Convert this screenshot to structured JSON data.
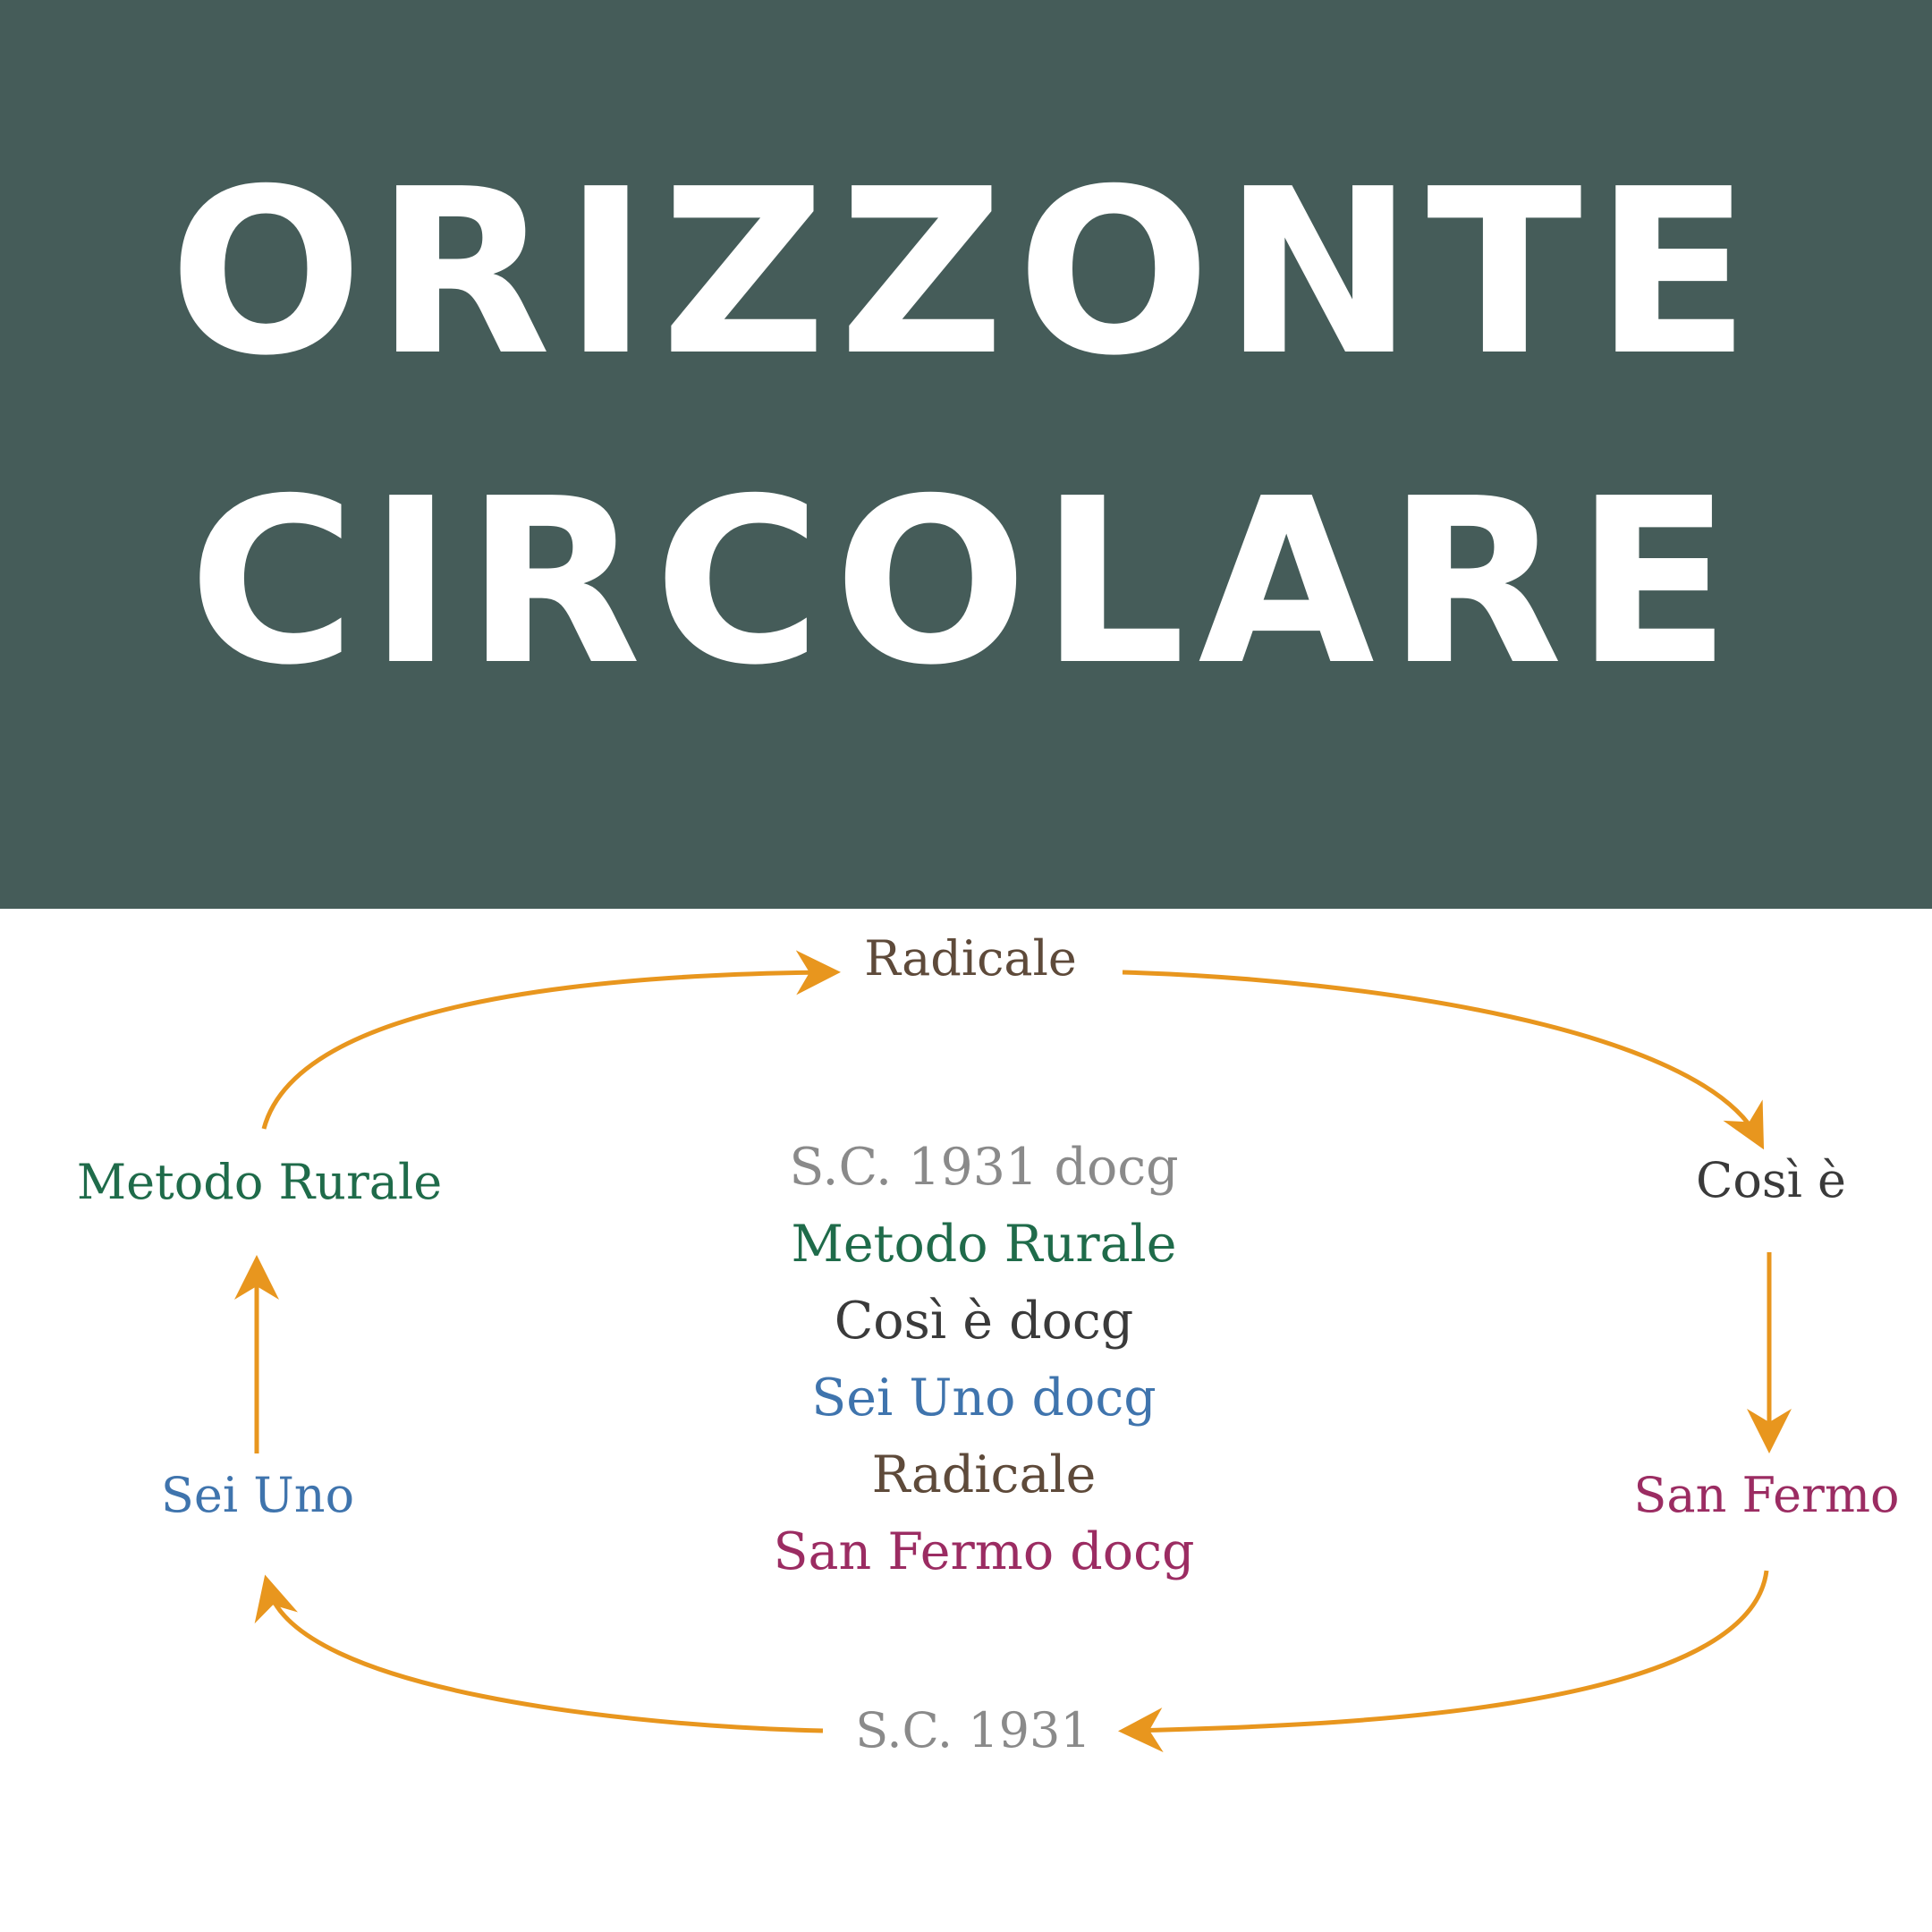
{
  "header": {
    "title_line_1": "ORIZZONTE",
    "title_line_2": "CIRCOLARE"
  },
  "colors": {
    "banner": "#455c59",
    "arrow": "#e8961e",
    "green": "#1f6b4a",
    "dark": "#3a3a3a",
    "gray": "#8a8a8a",
    "blue": "#3f74ad",
    "brown": "#5e4a3a",
    "magenta": "#9b2c62"
  },
  "cycle": {
    "top": "Radicale",
    "right_upper": "Così è",
    "right_lower": "San Fermo",
    "bottom": "S.C. 1931",
    "left_lower": "Sei Uno",
    "left_upper": "Metodo Rurale"
  },
  "center_list": [
    "S.C. 1931 docg",
    "Metodo Rurale",
    "Così è docg",
    "Sei Uno docg",
    "Radicale",
    "San Fermo docg"
  ]
}
